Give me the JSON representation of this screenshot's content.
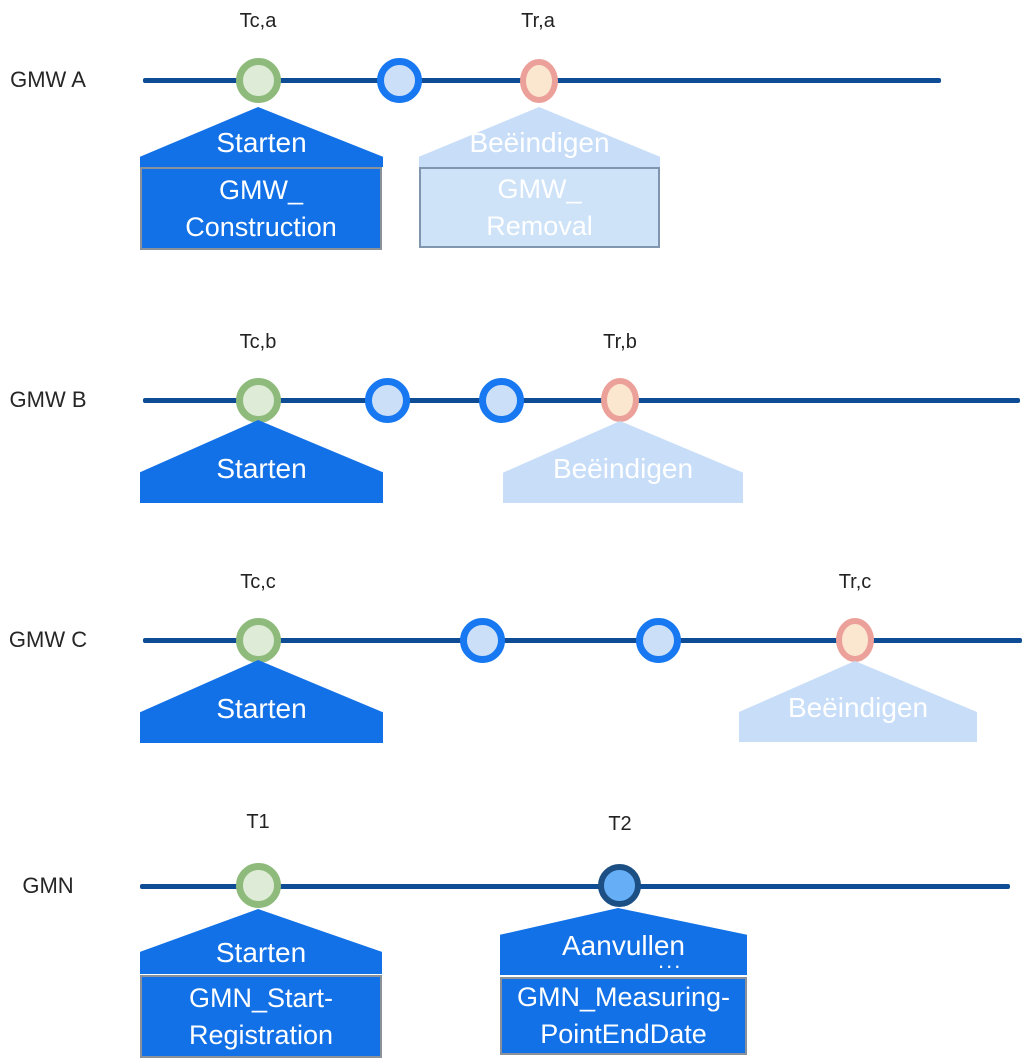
{
  "diagram": {
    "type": "event-timelines",
    "rows": [
      {
        "label": "GMW A",
        "tick_start": "Tc,a",
        "tick_end": "Tr,a",
        "events": [
          "start",
          "intermediate",
          "removal"
        ],
        "start_callout": {
          "title": "Starten",
          "box": [
            "GMW_",
            "Construction"
          ]
        },
        "end_callout": {
          "title": "Beëindigen",
          "box": [
            "GMW_",
            "Removal"
          ]
        }
      },
      {
        "label": "GMW B",
        "tick_start": "Tc,b",
        "tick_end": "Tr,b",
        "events": [
          "start",
          "intermediate",
          "intermediate",
          "removal"
        ],
        "start_callout": {
          "title": "Starten"
        },
        "end_callout": {
          "title": "Beëindigen"
        }
      },
      {
        "label": "GMW C",
        "tick_start": "Tc,c",
        "tick_end": "Tr,c",
        "events": [
          "start",
          "intermediate",
          "intermediate",
          "removal"
        ],
        "start_callout": {
          "title": "Starten"
        },
        "end_callout": {
          "title": "Beëindigen"
        }
      },
      {
        "label": "GMN",
        "tick_start": "T1",
        "tick_end": "T2",
        "events": [
          "start",
          "supplement"
        ],
        "start_callout": {
          "title": "Starten",
          "box": [
            "GMN_Start-",
            "Registration"
          ]
        },
        "end_callout": {
          "title": "Aanvullen",
          "ellipsis": "...",
          "box": [
            "GMN_Measuring-",
            "PointEndDate"
          ]
        }
      }
    ],
    "colors": {
      "timeline": "#0E4C96",
      "event_start_border": "#8EBB7B",
      "event_start_fill": "#DEEBD6",
      "event_intermediate_border": "#1778F2",
      "event_intermediate_fill": "#CBE0F8",
      "event_end_border": "#ECA09A",
      "event_end_fill": "#FBE7D0",
      "event_supplement_border": "#1C4F83",
      "event_supplement_fill": "#66AEF5",
      "callout_active": "#1271E6",
      "callout_inactive": "#C7DDF8",
      "callout_inactive_box_fill": "#CEE2F8",
      "callout_box_border": "#8A9199",
      "callout_inactive_box_border": "#8096AE",
      "text_dark": "#262626",
      "text_light": "#FFFFFF"
    }
  }
}
